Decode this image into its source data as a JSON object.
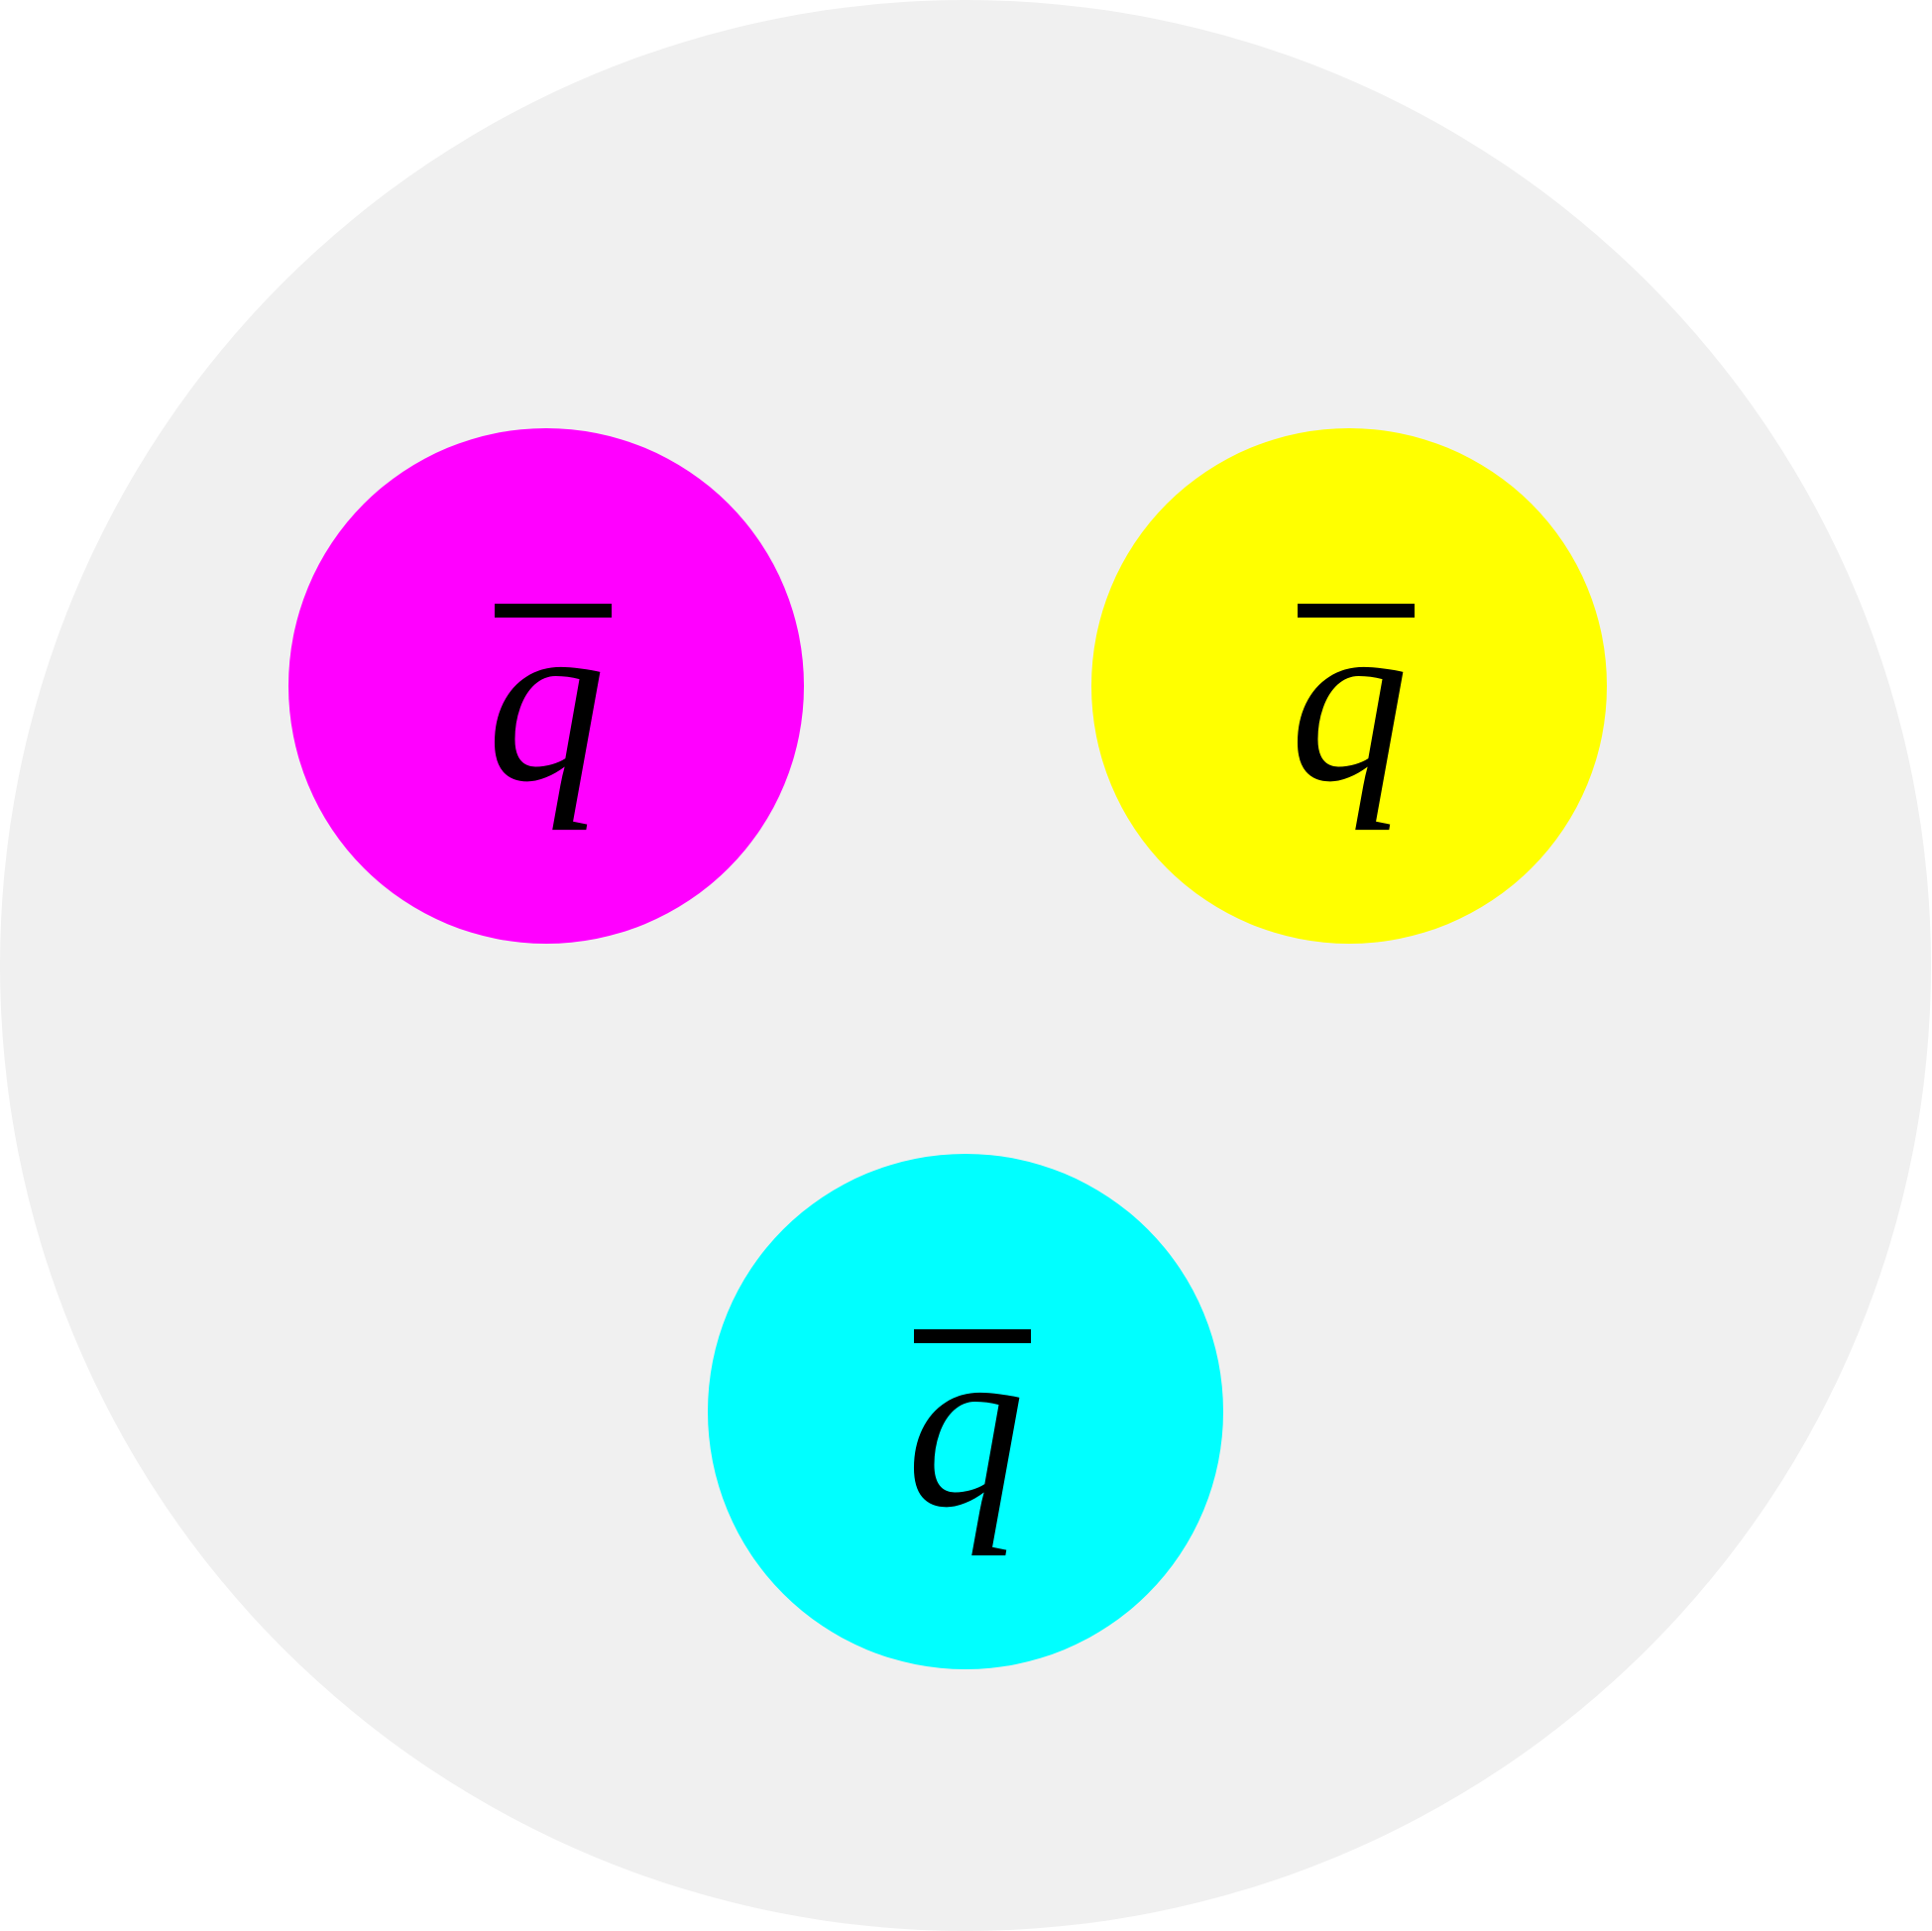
{
  "background": {
    "page_color": "#ffffff",
    "hadron_color": "#f0f0f0"
  },
  "antiquarks": [
    {
      "color_name": "magenta",
      "fill": "#ff00ff",
      "label": "q"
    },
    {
      "color_name": "yellow",
      "fill": "#ffff00",
      "label": "q"
    },
    {
      "color_name": "cyan",
      "fill": "#00ffff",
      "label": "q"
    }
  ]
}
